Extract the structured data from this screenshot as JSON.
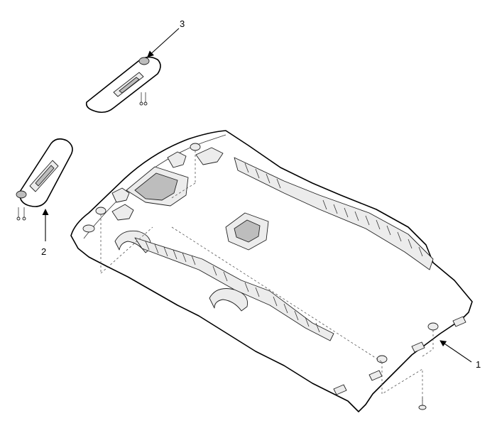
{
  "diagram": {
    "callouts": [
      {
        "id": "headlining",
        "label": "1"
      },
      {
        "id": "sun-visor-left",
        "label": "2"
      },
      {
        "id": "sun-visor-right",
        "label": "3"
      }
    ]
  }
}
